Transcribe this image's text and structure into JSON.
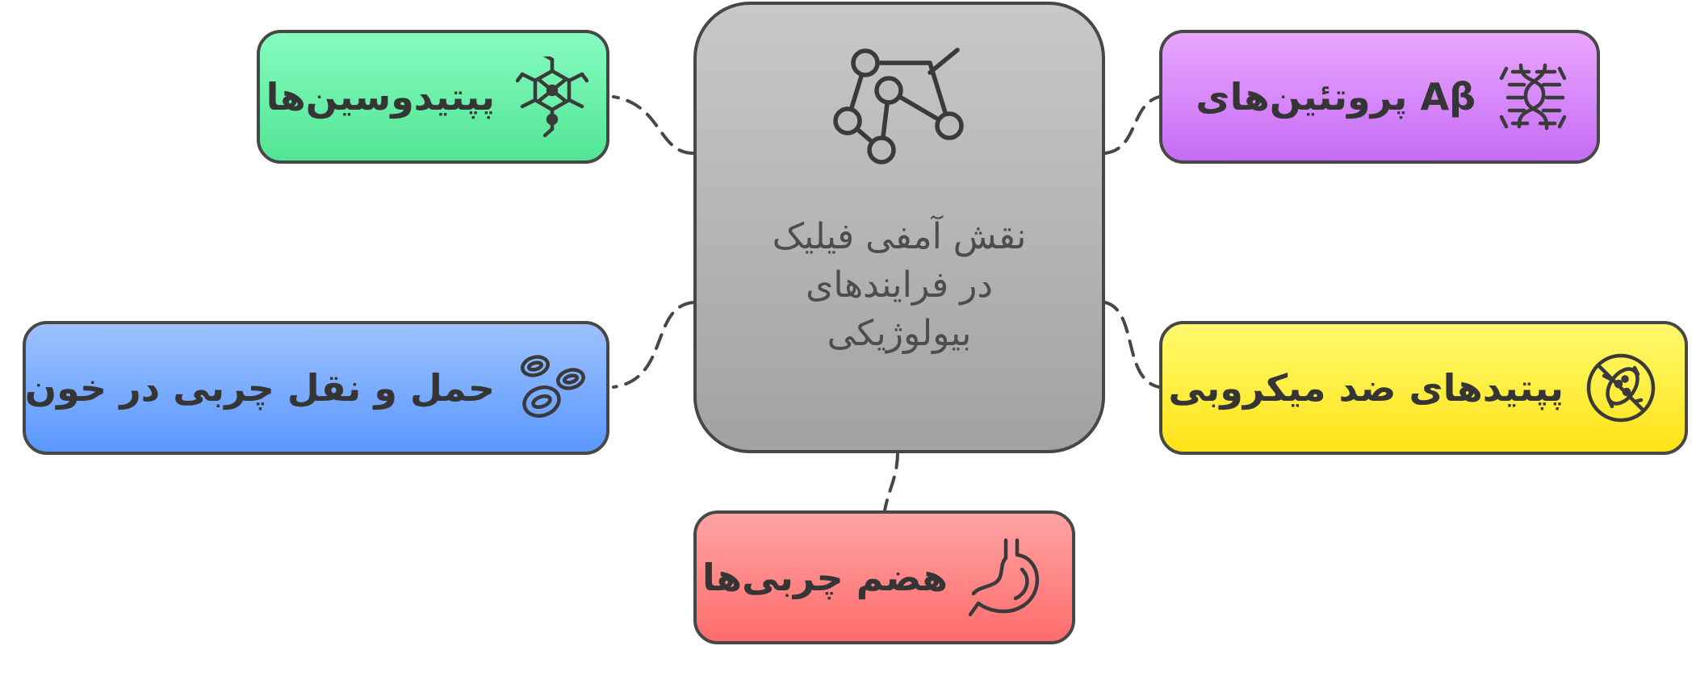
{
  "center": {
    "title": "نقش آمفی فیلیک\nدر فرایندهای\nبیولوژیکی",
    "icon": "molecule-network-icon"
  },
  "nodes": {
    "peptidosins": {
      "label": "پپتیدوسین‌ها",
      "icon": "molecule-icon"
    },
    "abeta": {
      "label": "Aβ پروتئین‌های",
      "icon": "protein-icon"
    },
    "lipid_transport": {
      "label": "حمل و نقل چربی در خون",
      "icon": "blood-cells-icon"
    },
    "antimicrobial": {
      "label": "پپتیدهای ضد میکروبی",
      "icon": "no-bacteria-icon"
    },
    "fat_digestion": {
      "label": "هضم چربی‌ها",
      "icon": "stomach-icon"
    }
  },
  "colors": {
    "border": "#474747",
    "center": "#b5b5b5",
    "green": "#6cf0a9",
    "purple": "#d98af9",
    "blue": "#7aadff",
    "yellow": "#fff046",
    "red": "#ff8888"
  }
}
